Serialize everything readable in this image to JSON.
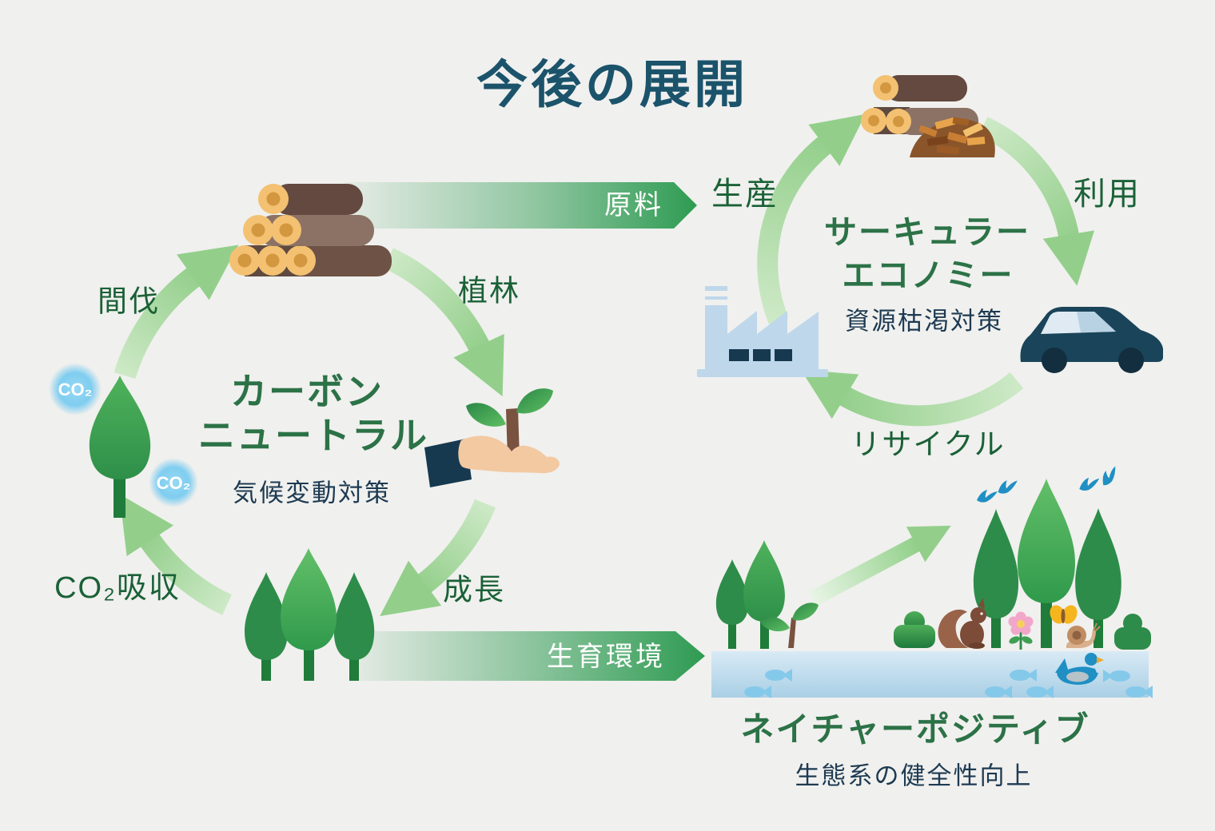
{
  "title": "今後の展開",
  "colors": {
    "background": "#f0f0ee",
    "title_text": "#1b536b",
    "heading_green": "#2c7247",
    "label_green": "#1a6137",
    "subtitle_navy": "#1d3a52",
    "cycle_arrow_green": "#a7d89f",
    "banner_green": "#2e9b52",
    "banner_text": "#ffffff",
    "co2_bubble_blue": "#7fcdf0",
    "water_blue": "#aed2e8"
  },
  "carbon_cycle": {
    "title_line1": "カーボン",
    "title_line2": "ニュートラル",
    "subtitle": "気候変動対策",
    "label_thinning": "間伐",
    "label_planting": "植林",
    "label_growth": "成長",
    "label_co2_absorption": "CO₂吸収",
    "co2_bubble_1": "CO₂",
    "co2_bubble_2": "CO₂"
  },
  "circular_economy": {
    "title_line1": "サーキュラー",
    "title_line2": "エコノミー",
    "subtitle": "資源枯渇対策",
    "label_production": "生産",
    "label_use": "利用",
    "label_recycle": "リサイクル"
  },
  "flows": {
    "raw_material": "原料",
    "growing_environment": "生育環境"
  },
  "nature_positive": {
    "title": "ネイチャーポジティブ",
    "subtitle": "生態系の健全性向上"
  },
  "icons": {
    "log_pile": "stacked-logs",
    "wood_chips": "wood-chip-pile",
    "factory": "factory-building",
    "car": "passenger-car",
    "hand_seedling": "hand-holding-seedling",
    "co2_tree": "tree-absorbing-co2",
    "forest": "three-trees",
    "habitat": [
      "small-trees",
      "seedling",
      "big-trees",
      "bush",
      "squirrel",
      "flower",
      "butterfly",
      "snail",
      "birds",
      "duck",
      "fish",
      "water"
    ]
  }
}
